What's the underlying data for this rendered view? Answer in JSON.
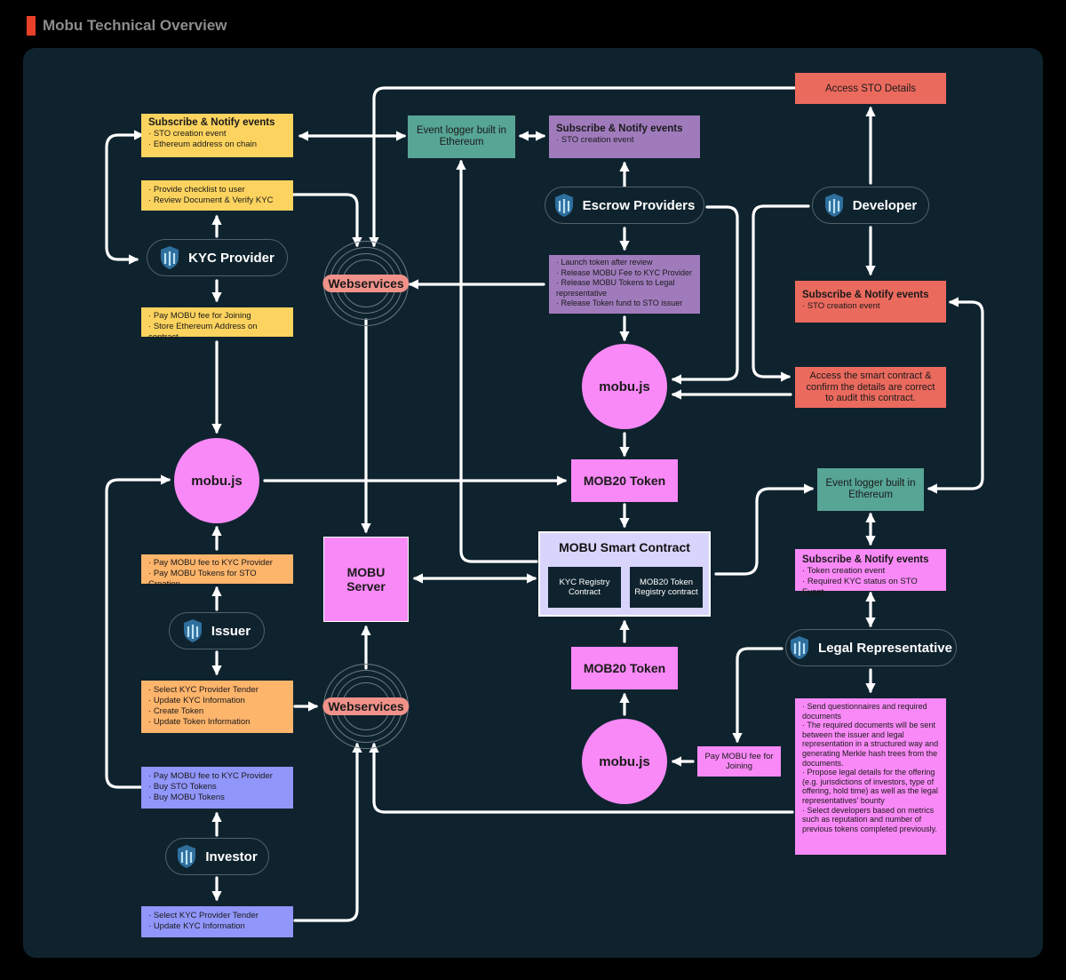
{
  "page": {
    "title": "Mobu Technical Overview"
  },
  "actors": {
    "kyc_provider": "KYC Provider",
    "escrow_providers": "Escrow Providers",
    "developer": "Developer",
    "issuer": "Issuer",
    "investor": "Investor",
    "legal_representative": "Legal Representative"
  },
  "nodes": {
    "mobujs_left": "mobu.js",
    "mobujs_top": "mobu.js",
    "mobujs_bottom": "mobu.js",
    "webservices_top": "Webservices",
    "webservices_bottom": "Webservices",
    "mobu_server": "MOBU Server",
    "mob20_top": "MOB20 Token",
    "mob20_bottom": "MOB20 Token",
    "smart_contract": {
      "title": "MOBU Smart Contract",
      "kyc_registry": "KYC Registry Contract",
      "token_registry": "MOB20 Token Registry contract"
    }
  },
  "boxes": {
    "kyc_subscribe": {
      "title": "Subscribe & Notify events",
      "items": [
        "STO creation event",
        "Ethereum address on chain"
      ]
    },
    "kyc_checklist": {
      "items": [
        "Provide checklist to user",
        "Review Document & Verify KYC"
      ]
    },
    "kyc_fee": {
      "items": [
        "Pay MOBU fee for Joining",
        "Store Ethereum Address on contract"
      ]
    },
    "event_logger_top": "Event logger built in Ethereum",
    "escrow_subscribe": {
      "title": "Subscribe & Notify events",
      "items": [
        "STO creation event"
      ]
    },
    "escrow_actions": {
      "items": [
        "Launch token after review",
        "Release MOBU Fee to KYC Provider",
        "Release MOBU Tokens to Legal representative",
        "Release Token fund to STO issuer"
      ]
    },
    "access_sto": "Access STO Details",
    "dev_subscribe": {
      "title": "Subscribe & Notify events",
      "items": [
        "STO creation event"
      ]
    },
    "access_contract": "Access the smart contract & confirm the details are correct to audit this contract.",
    "event_logger_right": "Event logger built in Ethereum",
    "legal_subscribe": {
      "title": "Subscribe & Notify events",
      "items": [
        "Token creation event",
        "Required KYC status on STO Event"
      ]
    },
    "legal_pay": "Pay MOBU fee for Joining",
    "legal_tasks": {
      "items": [
        "Send questionnaires and required documents",
        "The required documents will be sent between the issuer and legal representation in a structured way and generating Merkle hash trees from the documents.",
        "Propose legal details for the offering (e.g. jurisdictions of investors, type of offering, hold time) as well as the legal representatives' bounty",
        "Select developers based on metrics such as reputation and number of previous tokens completed previously."
      ]
    },
    "issuer_fee": {
      "items": [
        "Pay MOBU fee to KYC Provider",
        "Pay MOBU Tokens for STO Creation"
      ]
    },
    "issuer_tasks": {
      "items": [
        "Select KYC Provider Tender",
        "Update KYC Information",
        "Create Token",
        "Update Token Information"
      ]
    },
    "investor_buy": {
      "items": [
        "Pay MOBU fee to KYC Provider",
        "Buy STO Tokens",
        "Buy MOBU Tokens"
      ]
    },
    "investor_tasks": {
      "items": [
        "Select KYC Provider Tender",
        "Update KYC Information"
      ]
    }
  },
  "colors": {
    "background": "#0f232e",
    "yellow": "#fcd35e",
    "orange": "#fdb46b",
    "violet": "#9196fa",
    "purple": "#a07bbc",
    "magenta": "#f889f6",
    "red": "#eb6a5e",
    "teal": "#57a595",
    "arrow": "#ffffff"
  }
}
